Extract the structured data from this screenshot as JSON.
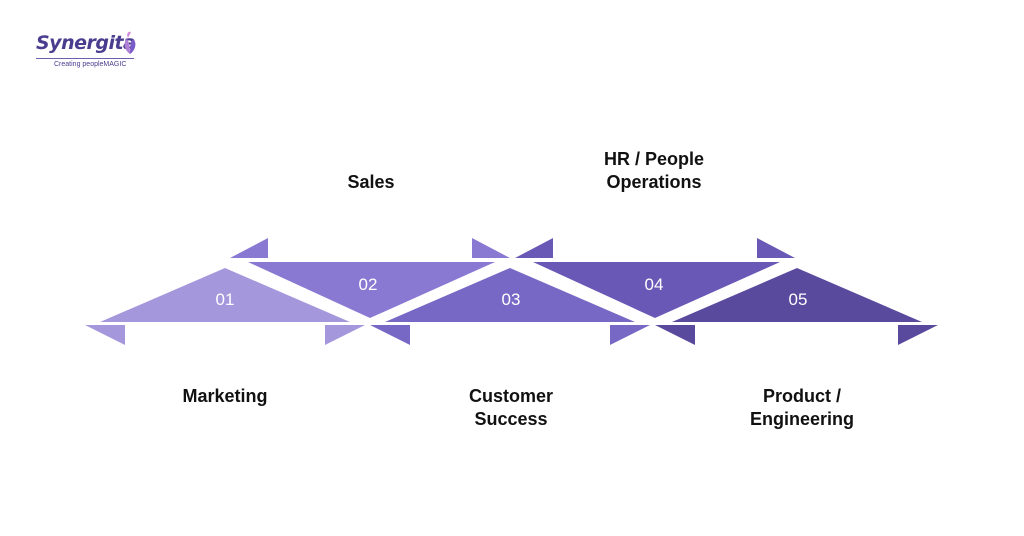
{
  "brand": {
    "name": "Synergita",
    "tagline": "Creating peopleMAGIC"
  },
  "stages": [
    {
      "number": "01",
      "label_lines": [
        "Marketing"
      ],
      "color": "#a597dc"
    },
    {
      "number": "02",
      "label_lines": [
        "Sales"
      ],
      "color": "#8a79d3"
    },
    {
      "number": "03",
      "label_lines": [
        "Customer",
        "Success"
      ],
      "color": "#7868c6"
    },
    {
      "number": "04",
      "label_lines": [
        "HR / People",
        "Operations"
      ],
      "color": "#6a58b6"
    },
    {
      "number": "05",
      "label_lines": [
        "Product /",
        "Engineering"
      ],
      "color": "#5a4a9e"
    }
  ],
  "colors": {
    "background": "#ffffff",
    "text": "#111111",
    "brand": "#4a3d8f"
  }
}
